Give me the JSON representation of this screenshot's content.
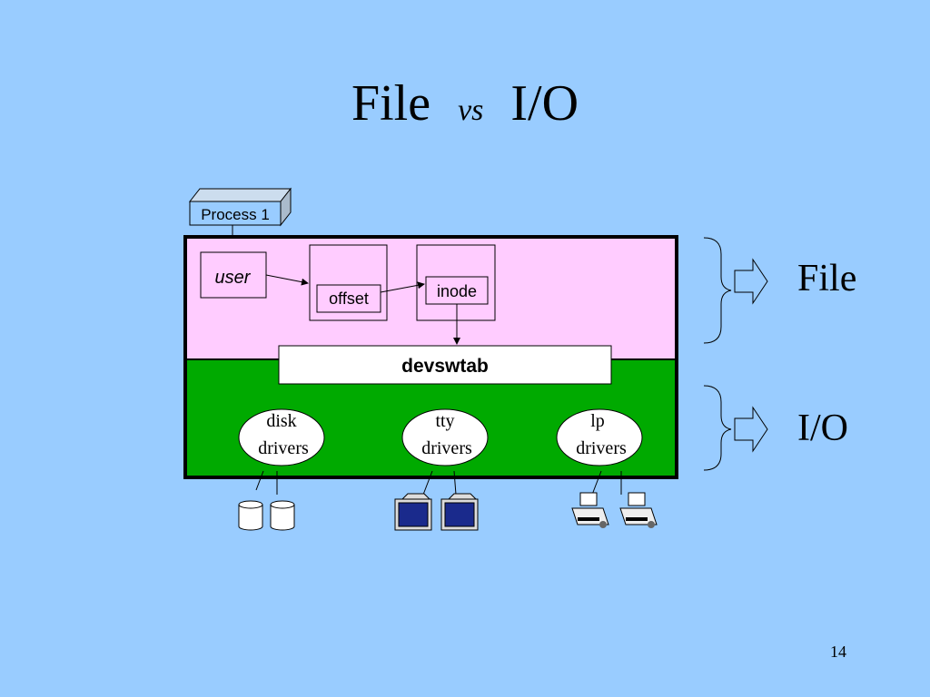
{
  "title": {
    "main": "File",
    "connector": "vs",
    "second": "I/O"
  },
  "diagram": {
    "process": "Process 1",
    "user": "user",
    "offset": "offset",
    "inode": "inode",
    "devswtab": "devswtab",
    "drivers": [
      {
        "top": "disk",
        "bottom": "drivers"
      },
      {
        "top": "tty",
        "bottom": "drivers"
      },
      {
        "top": "lp",
        "bottom": "drivers"
      }
    ],
    "file_label": "File",
    "io_label": "I/O"
  },
  "colors": {
    "background": "#99ccff",
    "file_layer": "#ffccff",
    "io_layer": "#00aa00",
    "monitor_screen": "#1a2a8c"
  },
  "page_number": "14"
}
